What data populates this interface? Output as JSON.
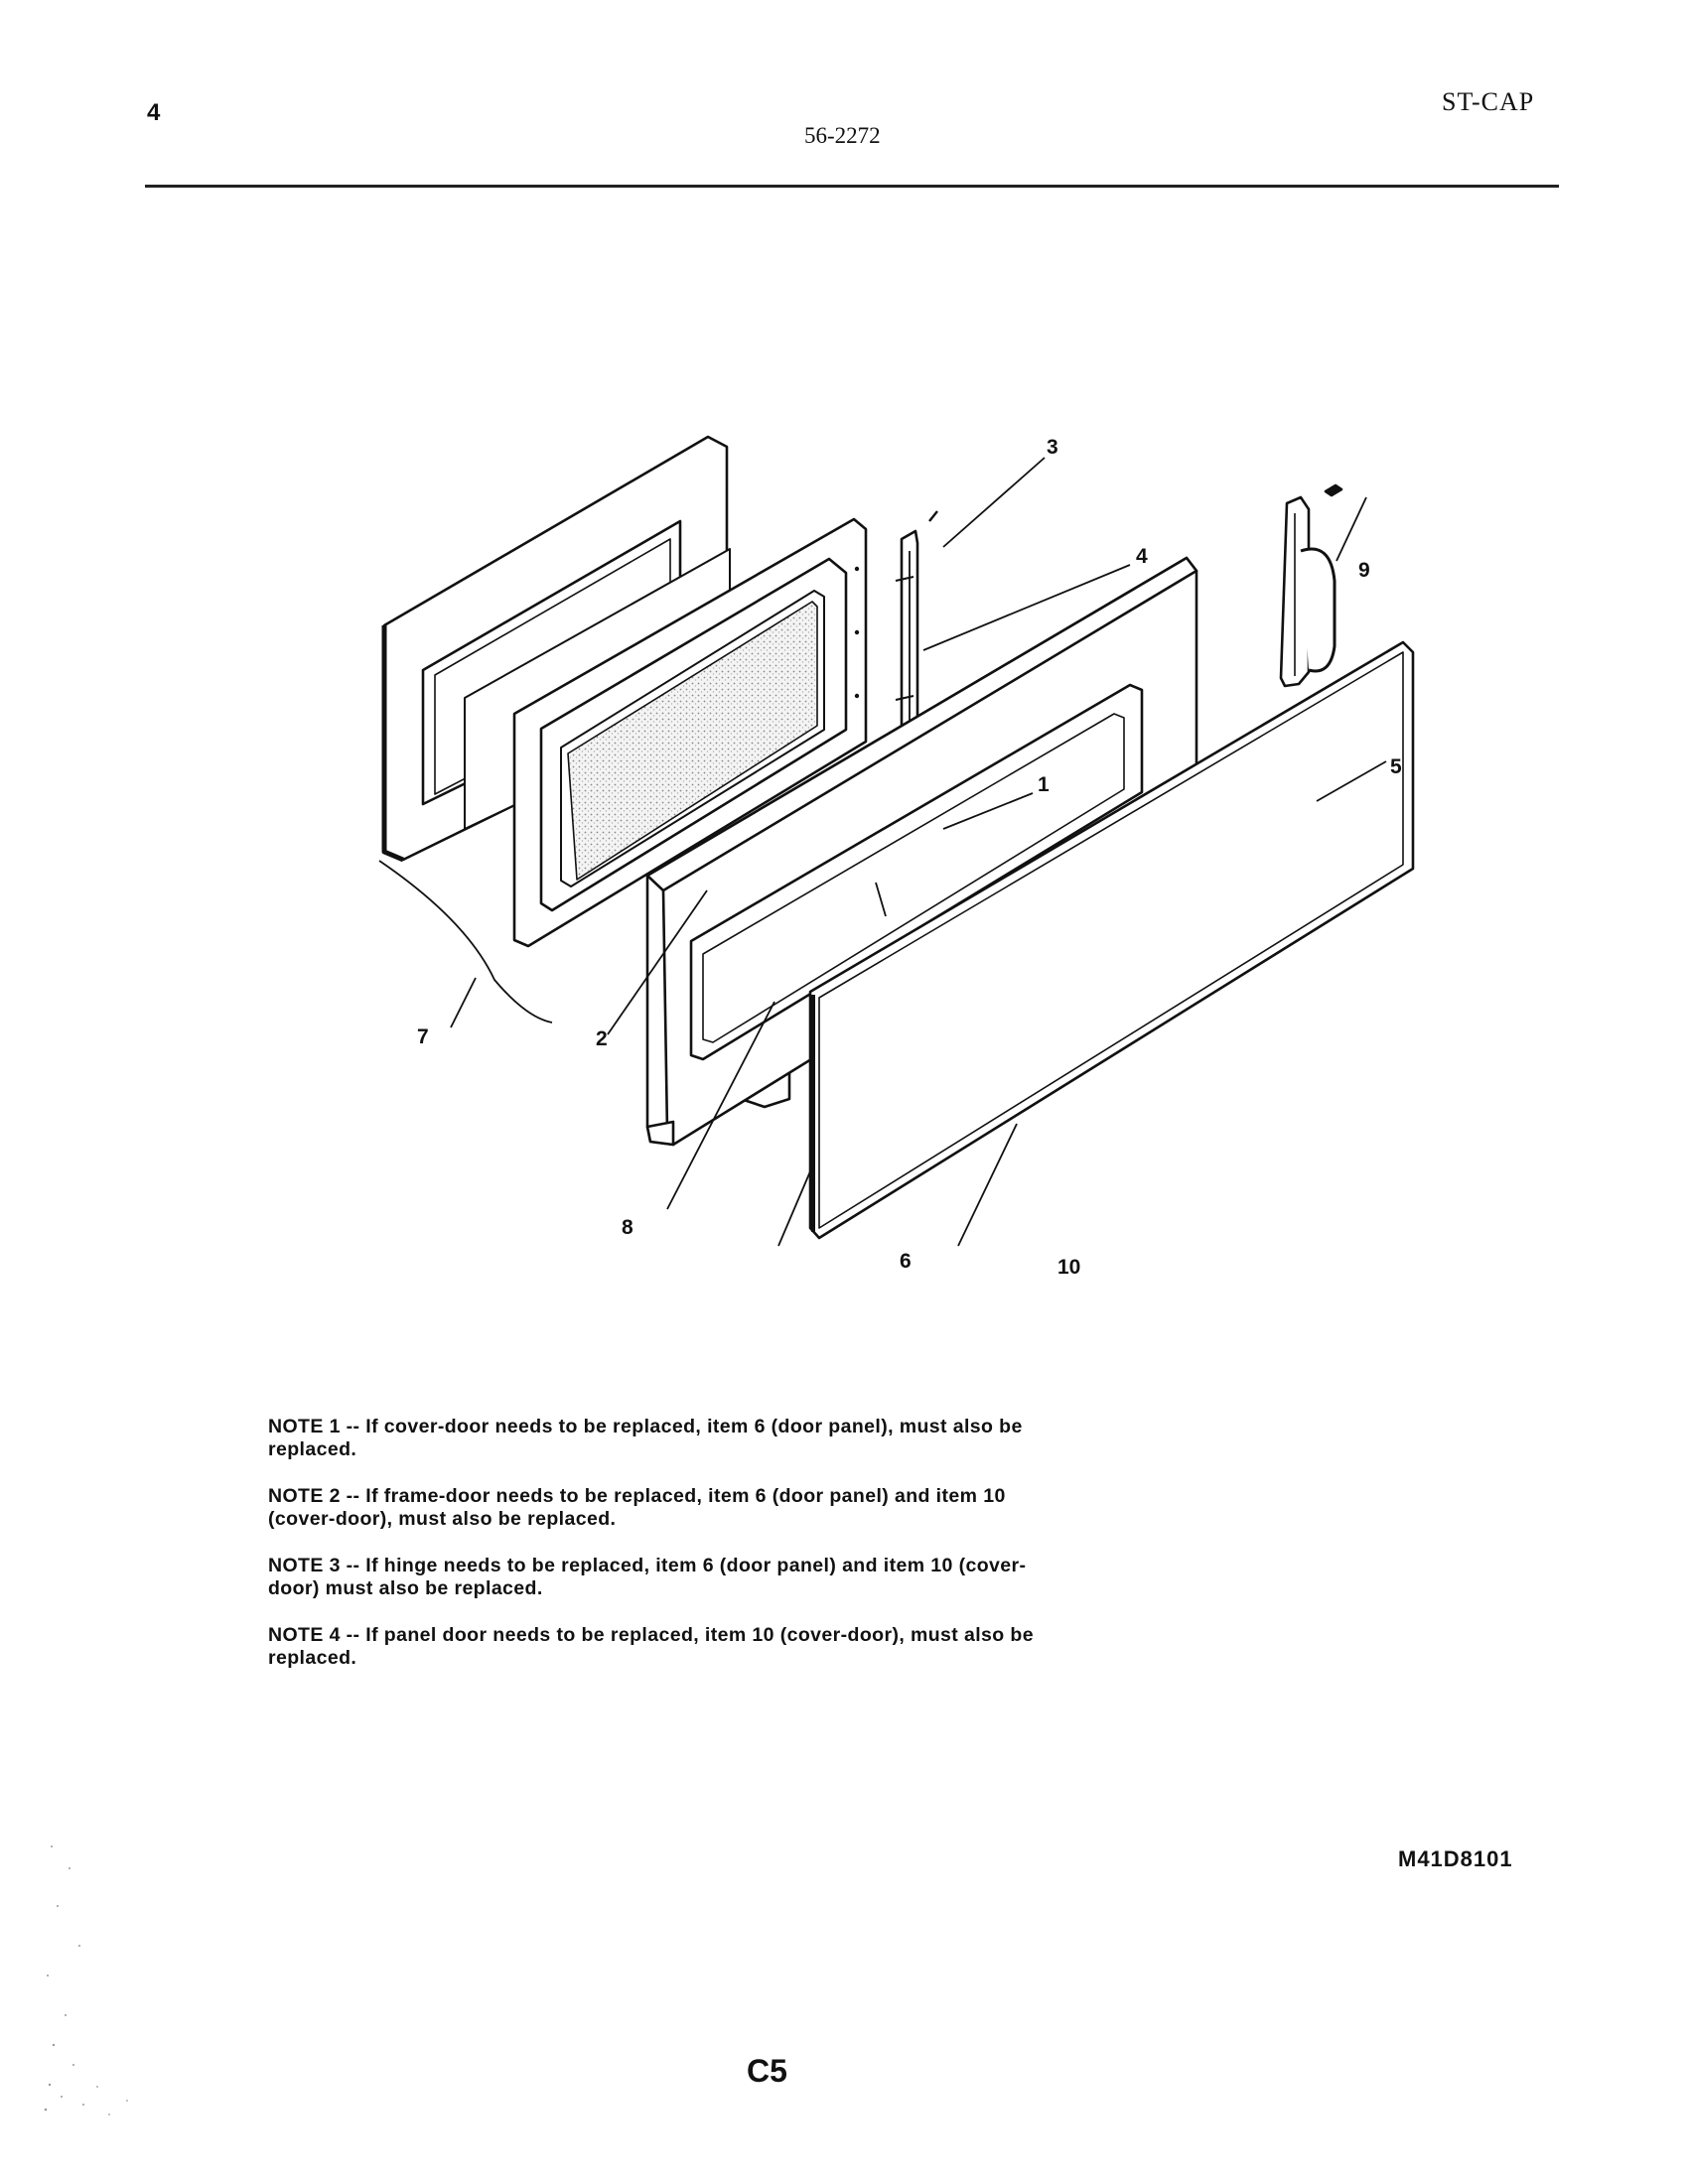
{
  "header": {
    "page_number": "4",
    "document_code": "56-2272",
    "model_code": "ST-CAP"
  },
  "diagram": {
    "callouts": [
      "1",
      "2",
      "3",
      "4",
      "5",
      "6",
      "7",
      "8",
      "9",
      "10"
    ]
  },
  "notes": [
    "NOTE 1 -- If cover-door needs to be replaced, item 6 (door panel), must also be replaced.",
    "NOTE 2 -- If frame-door needs to be replaced, item 6 (door panel) and item 10 (cover-door), must also be replaced.",
    "NOTE 3 -- If hinge needs to be replaced, item 6 (door panel) and item 10 (cover-door) must also be replaced.",
    "NOTE 4 -- If panel door needs to be replaced, item 10 (cover-door), must also be replaced."
  ],
  "footer": {
    "figure_code": "M41D8101",
    "page_label": "C5"
  }
}
